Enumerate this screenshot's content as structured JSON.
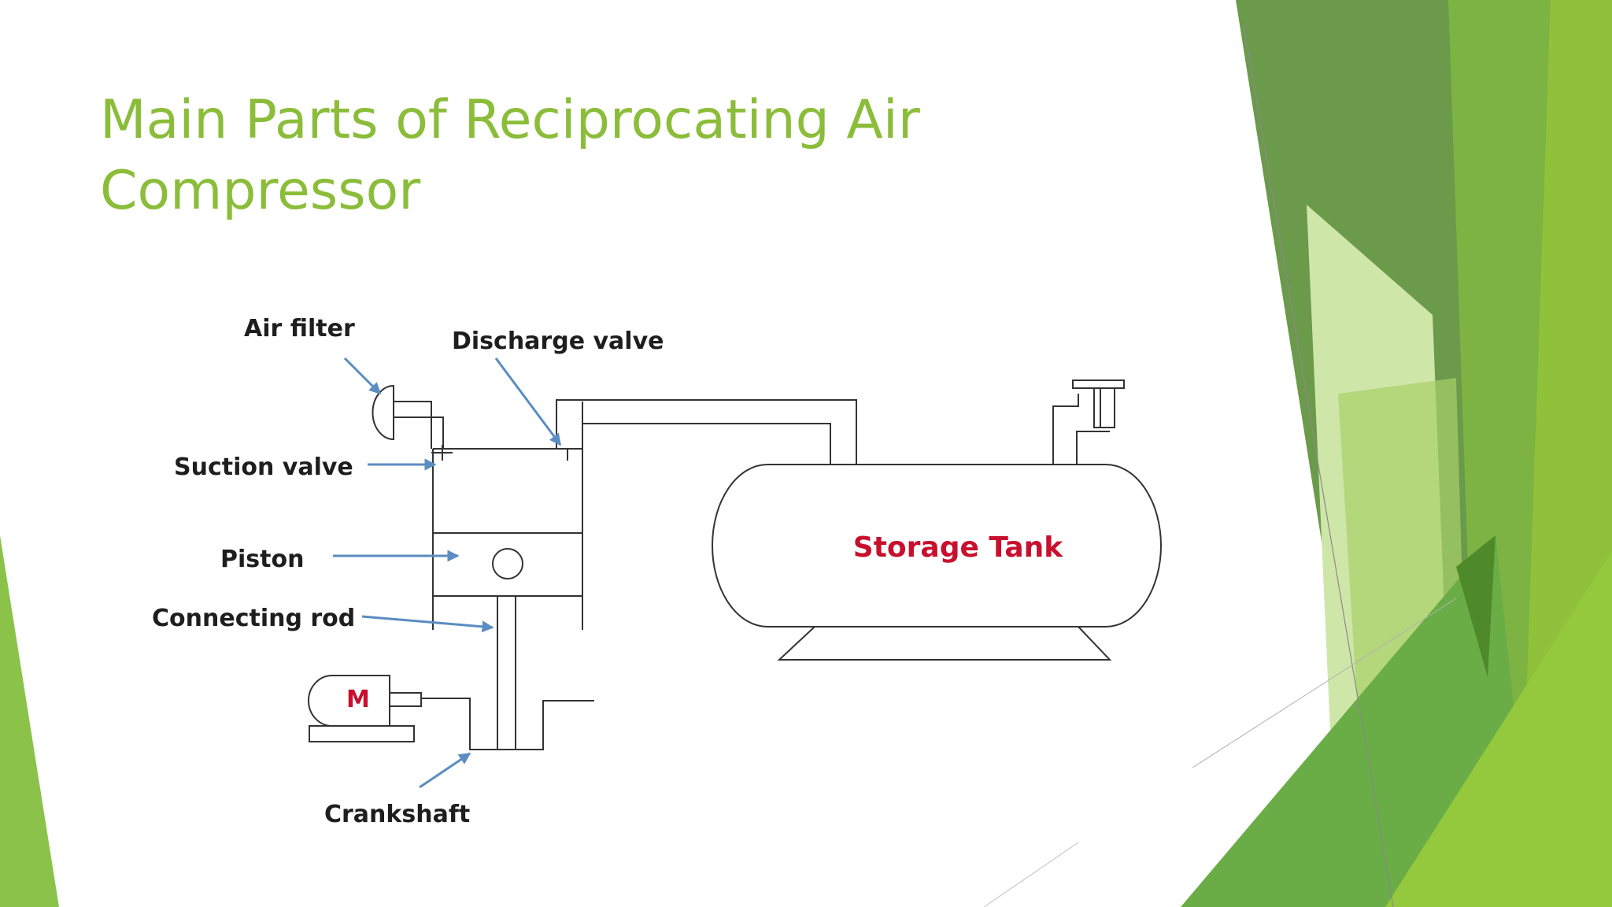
{
  "slide": {
    "title_line1": "Main Parts of Reciprocating Air",
    "title_line2": "Compressor"
  },
  "diagram": {
    "labels": {
      "air_filter": "Air filter",
      "discharge_valve": "Discharge valve",
      "suction_valve": "Suction valve",
      "piston": "Piston",
      "connecting_rod": "Connecting rod",
      "crankshaft": "Crankshaft",
      "motor": "M",
      "storage_tank": "Storage Tank"
    }
  },
  "colors": {
    "title": "#8bbd3a",
    "arrow": "#5b8cc2",
    "tank_text": "#c8102e",
    "green_dark": "#5d8f3c",
    "green_mid": "#7fb83c",
    "green_light": "#c9e4a3"
  }
}
